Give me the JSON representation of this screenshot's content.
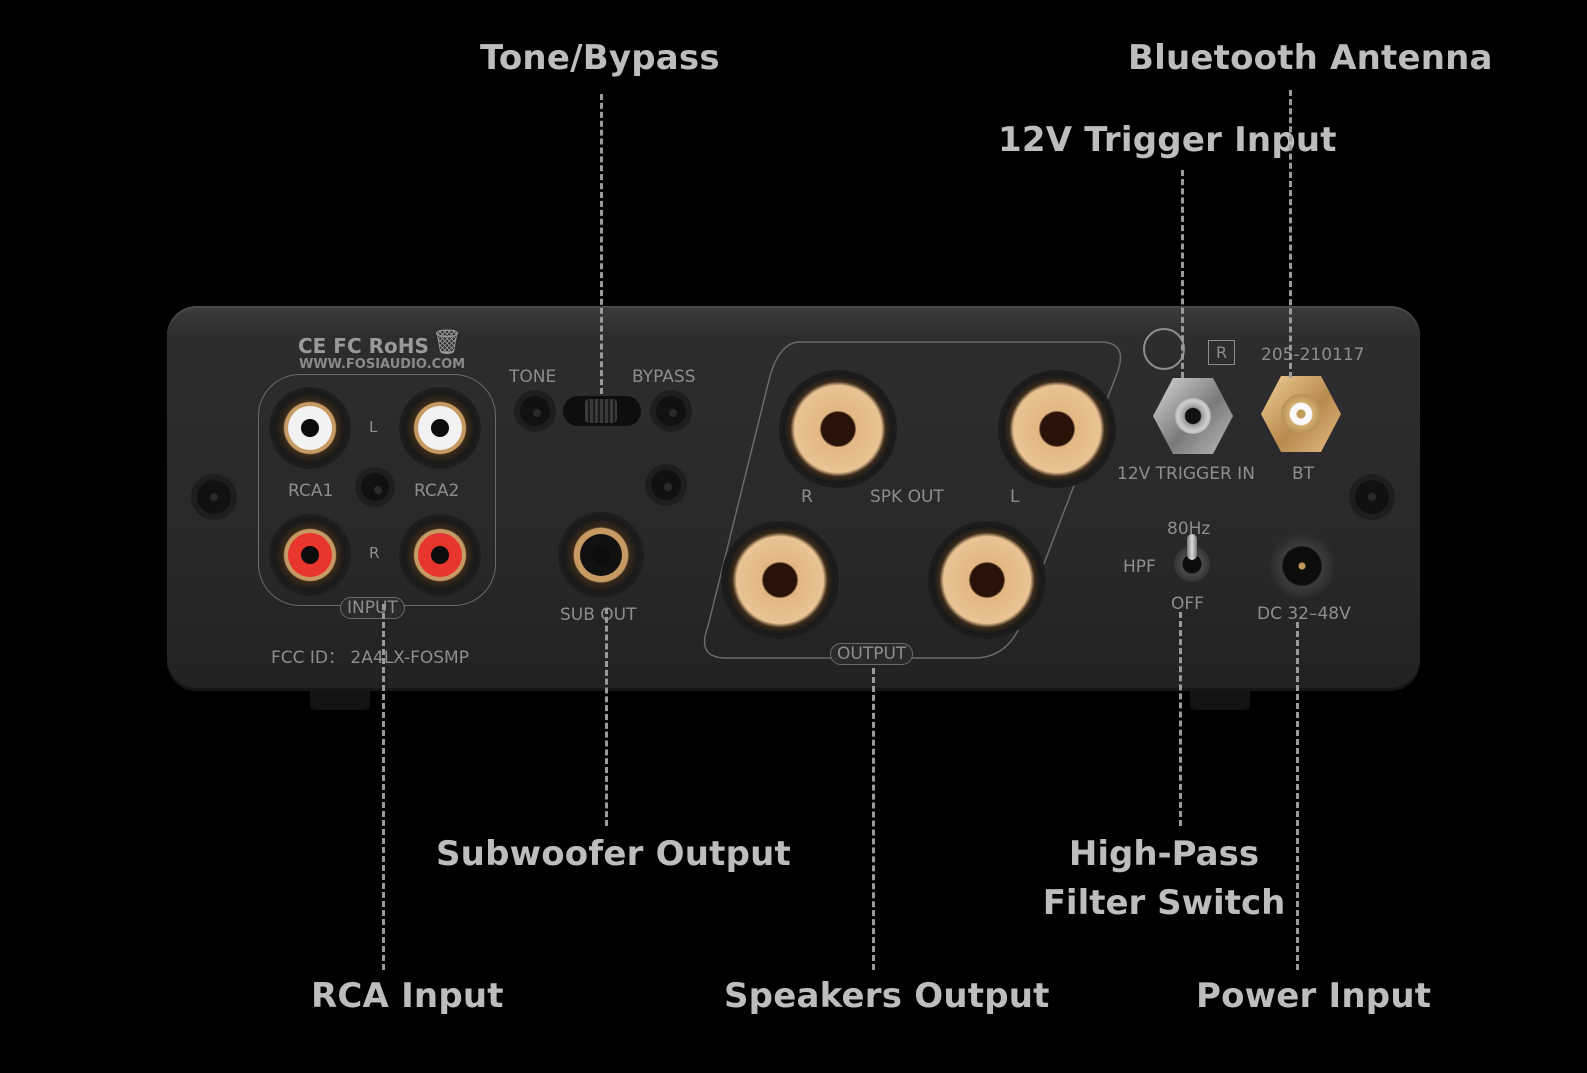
{
  "callouts": {
    "tone_bypass": "Tone/Bypass",
    "bluetooth_antenna": "Bluetooth Antenna",
    "trigger_input": "12V Trigger Input",
    "subwoofer_output": "Subwoofer Output",
    "hpf_switch_line1": "High-Pass",
    "hpf_switch_line2": "Filter Switch",
    "rca_input": "RCA Input",
    "speakers_output": "Speakers Output",
    "power_input": "Power Input"
  },
  "panel": {
    "certifications": "CE FC RoHS",
    "website": "WWW.FOSIAUDIO.COM",
    "tone_label": "TONE",
    "bypass_label": "BYPASS",
    "rca_l": "L",
    "rca_r": "R",
    "rca1": "RCA1",
    "rca2": "RCA2",
    "input_label": "INPUT",
    "fcc_id": "FCC ID： 2A4LX-FOSMP",
    "sub_out": "SUB OUT",
    "spk_r": "R",
    "spk_out": "SPK OUT",
    "spk_l": "L",
    "output_label": "OUTPUT",
    "r_mark": "R",
    "reg_number": "205-210117",
    "trigger_in": "12V TRIGGER IN",
    "bt": "BT",
    "hpf_freq": "80Hz",
    "hpf": "HPF",
    "hpf_off": "OFF",
    "dc_input": "DC 32–48V"
  },
  "colors": {
    "background": "#000000",
    "panel": "#2b2b2d",
    "callout_text": "#bdbdbd",
    "gold": "#d9ab73",
    "rca_white": "#f2f2f2",
    "rca_red": "#e8352e"
  }
}
